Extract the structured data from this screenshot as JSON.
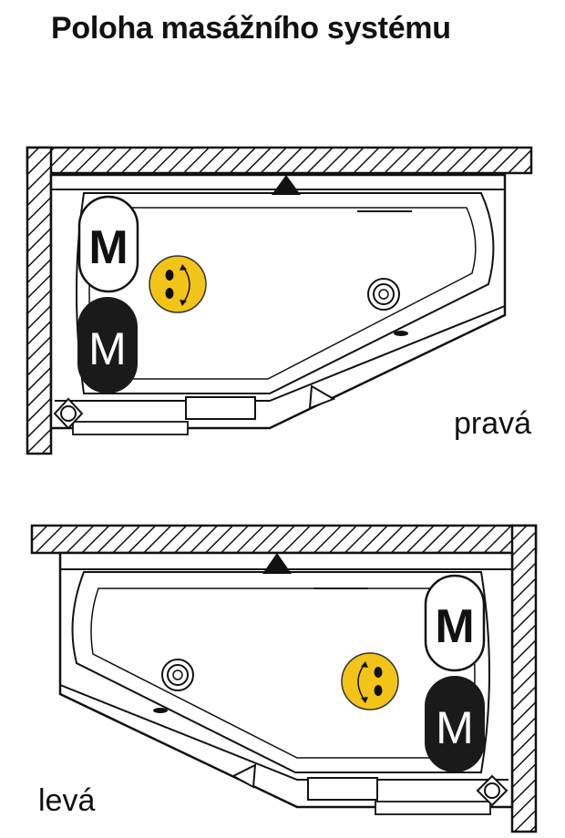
{
  "title": "Poloha masážního systému",
  "variants": [
    {
      "label": "pravá",
      "icon": "massage-motor-icon"
    },
    {
      "label": "levá",
      "icon": "massage-motor-icon"
    }
  ],
  "symbols": {
    "massage_light": "M",
    "massage_dark": "M"
  },
  "colors": {
    "line": "#111111",
    "smiley": "#f2c418",
    "dark_fill": "#1a1a1a"
  }
}
